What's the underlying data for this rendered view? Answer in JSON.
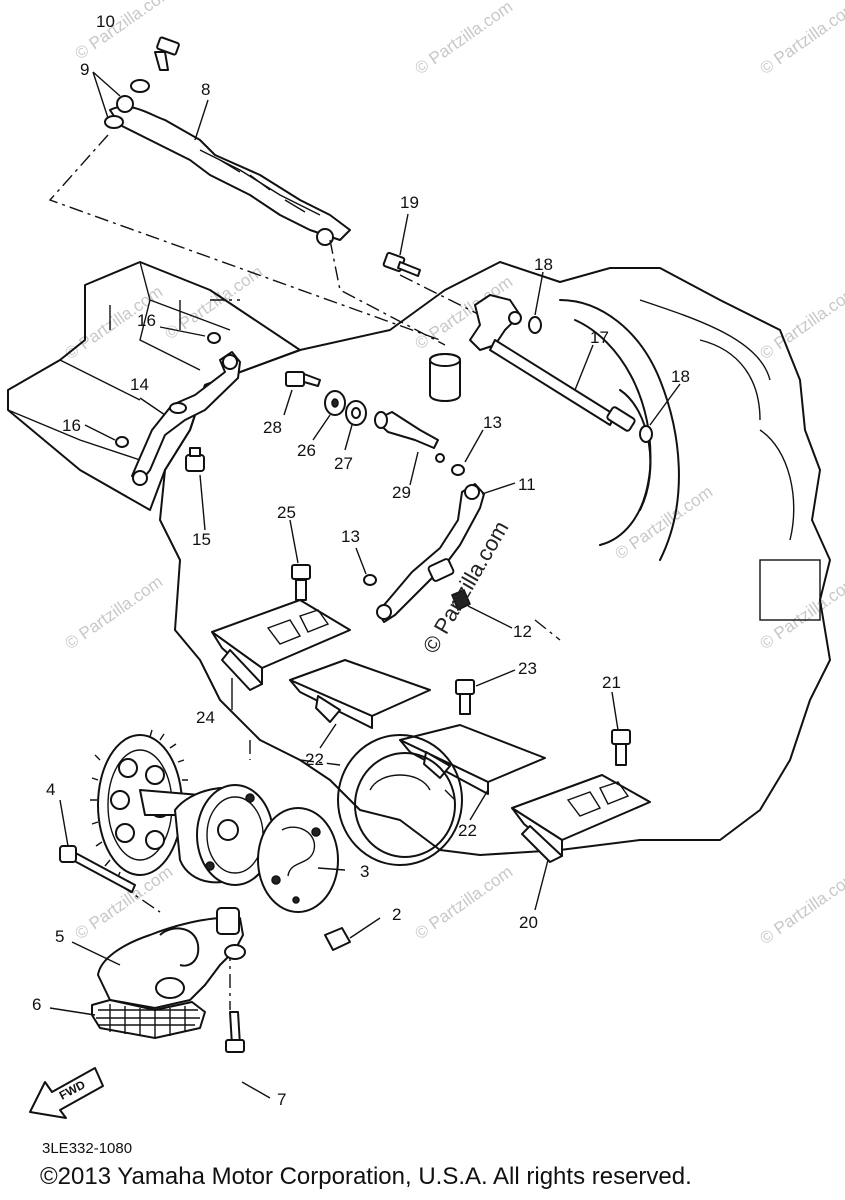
{
  "callouts": [
    "10",
    "9",
    "8",
    "19",
    "18",
    "16",
    "14",
    "17",
    "18",
    "28",
    "26",
    "27",
    "13",
    "16",
    "29",
    "15",
    "11",
    "25",
    "13",
    "12",
    "24",
    "23",
    "21",
    "22",
    "4",
    "22",
    "3",
    "20",
    "2",
    "5",
    "6",
    "7"
  ],
  "watermarks": [
    "© Partzilla.com",
    "© Partzilla.com",
    "© Partzilla.com",
    "© Partzilla.com",
    "© Partzilla.com",
    "© Partzilla.com",
    "© Partzilla.com",
    "© Partzilla.com",
    "© Partzilla.com",
    "© Partzilla.com",
    "© Partzilla.com",
    "© Partzilla.com",
    "© Partzilla.com"
  ],
  "center_watermark": "© Partzilla.com",
  "fwd_label": "FWD",
  "diagram_code": "3LE332-1080",
  "copyright": "©2013 Yamaha Motor Corporation, U.S.A. All rights reserved."
}
